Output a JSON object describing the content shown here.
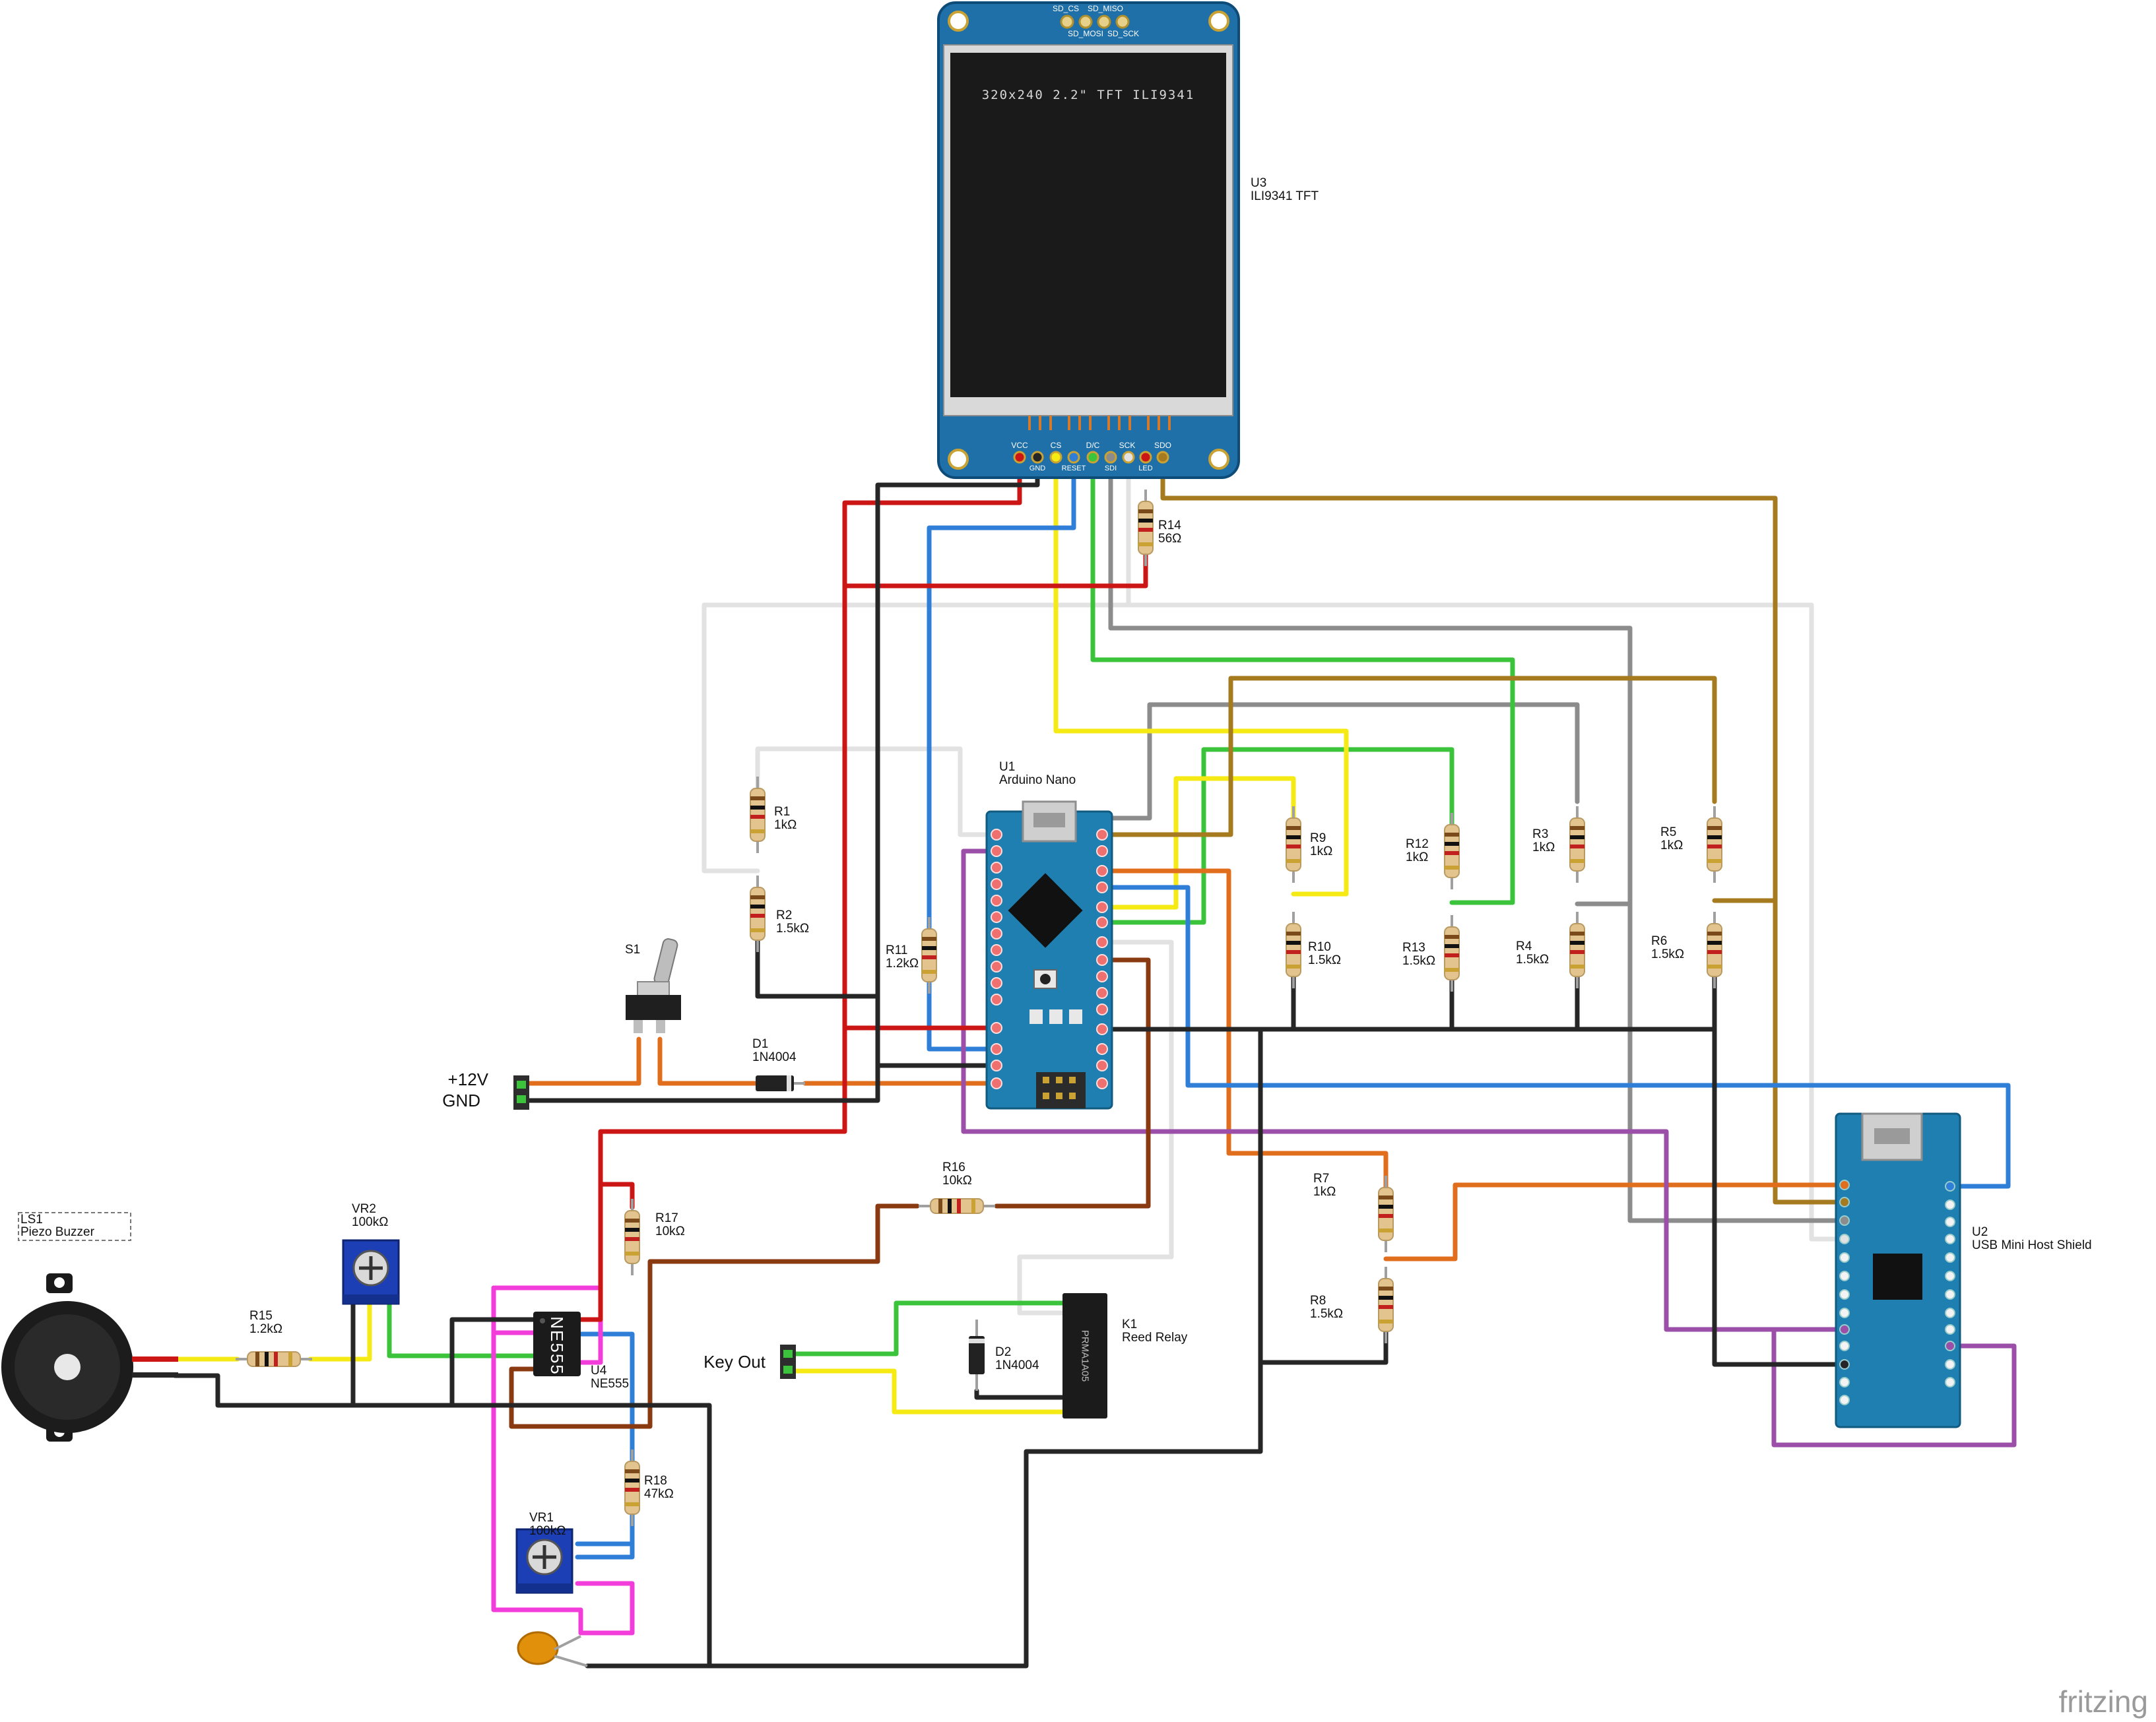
{
  "brand": "fritzing",
  "tft": {
    "screen_text": "320x240 2.2\" TFT ILI9341",
    "ref": "U3",
    "name": "ILI9341 TFT",
    "sd_pins_top": [
      "SD_CS",
      "SD_MISO"
    ],
    "sd_pins_bottom": [
      "SD_MOSI",
      "SD_SCK"
    ],
    "pins_top": [
      "VCC",
      "CS",
      "D/C",
      "SCK",
      "SDO"
    ],
    "pins_bottom": [
      "GND",
      "RESET",
      "SDI",
      "LED"
    ]
  },
  "nano": {
    "ref": "U1",
    "name": "Arduino Nano"
  },
  "usb_host": {
    "ref": "U2",
    "name": "USB Mini Host Shield"
  },
  "timer": {
    "ref": "U4",
    "name": "NE555",
    "chip_label": "NE555"
  },
  "relay": {
    "ref": "K1",
    "name": "Reed Relay",
    "chip_label": "PRMA1A05"
  },
  "switch": {
    "ref": "S1"
  },
  "buzzer": {
    "ref": "LS1",
    "name": "Piezo Buzzer"
  },
  "diodes": [
    {
      "ref": "D1",
      "value": "1N4004"
    },
    {
      "ref": "D2",
      "value": "1N4004"
    }
  ],
  "pots": [
    {
      "ref": "VR1",
      "value": "100kΩ"
    },
    {
      "ref": "VR2",
      "value": "100kΩ"
    }
  ],
  "resistors": [
    {
      "ref": "R1",
      "value": "1kΩ"
    },
    {
      "ref": "R2",
      "value": "1.5kΩ"
    },
    {
      "ref": "R3",
      "value": "1kΩ"
    },
    {
      "ref": "R4",
      "value": "1.5kΩ"
    },
    {
      "ref": "R5",
      "value": "1kΩ"
    },
    {
      "ref": "R6",
      "value": "1.5kΩ"
    },
    {
      "ref": "R7",
      "value": "1kΩ"
    },
    {
      "ref": "R8",
      "value": "1.5kΩ"
    },
    {
      "ref": "R9",
      "value": "1kΩ"
    },
    {
      "ref": "R10",
      "value": "1.5kΩ"
    },
    {
      "ref": "R11",
      "value": "1.2kΩ"
    },
    {
      "ref": "R12",
      "value": "1kΩ"
    },
    {
      "ref": "R13",
      "value": "1.5kΩ"
    },
    {
      "ref": "R14",
      "value": "56Ω"
    },
    {
      "ref": "R15",
      "value": "1.2kΩ"
    },
    {
      "ref": "R16",
      "value": "10kΩ"
    },
    {
      "ref": "R17",
      "value": "10kΩ"
    },
    {
      "ref": "R18",
      "value": "47kΩ"
    }
  ],
  "connectors": {
    "power_plus": "+12V",
    "power_gnd": "GND",
    "key_out": "Key Out"
  },
  "wire_colors": {
    "red": "#cc1616",
    "black": "#262626",
    "blue": "#2f7fd8",
    "yellow": "#f5ea14",
    "green": "#3bc43b",
    "gray": "#8c8c8c",
    "white": "#e2e2e2",
    "orange": "#e06e1c",
    "brown_gold": "#a67a1e",
    "dark_brown": "#8a3a10",
    "purple": "#9b4fa8",
    "pink": "#f23ddb"
  }
}
